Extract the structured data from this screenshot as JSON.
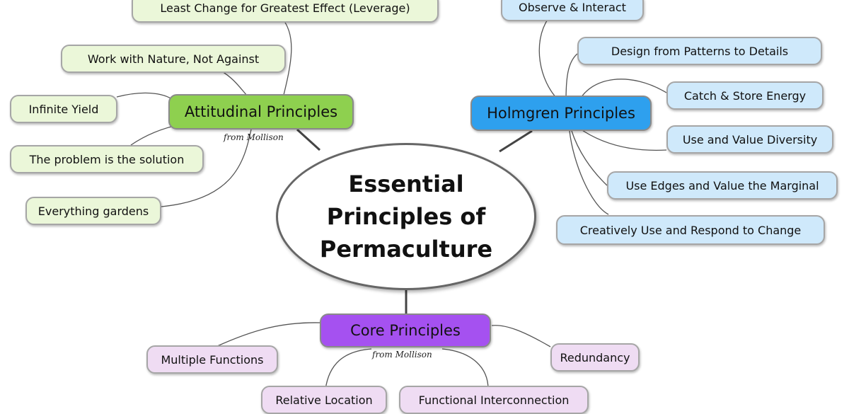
{
  "central_topic": "Essential\nPrinciples of\nPermaculture",
  "branches": {
    "attitudinal": {
      "title": "Attitudinal Principles",
      "note": "from Mollison",
      "color": "#8ed04f",
      "leaf_color": "#ebf7d9",
      "items": [
        "Least Change for Greatest Effect (Leverage)",
        "Work with Nature, Not Against",
        "Infinite Yield",
        "The problem is the solution",
        "Everything gardens"
      ]
    },
    "holmgren": {
      "title": "Holmgren Principles",
      "color": "#2ea0ee",
      "leaf_color": "#cfe9fb",
      "items": [
        "Observe & Interact",
        "Design from Patterns to Details",
        "Catch & Store Energy",
        "Use and Value Diversity",
        "Use Edges and Value the Marginal",
        "Creatively Use and Respond to Change"
      ]
    },
    "core": {
      "title": "Core Principles",
      "note": "from Mollison",
      "color": "#a551f0",
      "leaf_color": "#efdcf3",
      "items": [
        "Multiple Functions",
        "Redundancy",
        "Relative Location",
        "Functional Interconnection"
      ]
    }
  }
}
